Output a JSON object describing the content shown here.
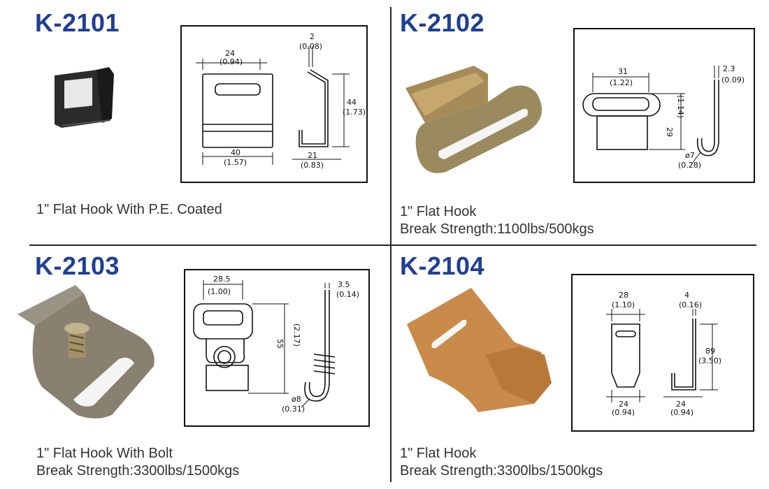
{
  "products": [
    {
      "code": "K-2101",
      "desc_line1": "1\" Flat Hook With P.E. Coated",
      "desc_line2": "",
      "dims": {
        "front_top_mm": "24",
        "front_top_in": "(0.94)",
        "front_bottom_mm": "40",
        "front_bottom_in": "(1.57)",
        "side_thick_mm": "2",
        "side_thick_in": "(0.08)",
        "side_height_mm": "44",
        "side_height_in": "(1.73)",
        "side_depth_mm": "21",
        "side_depth_in": "(0.83)"
      }
    },
    {
      "code": "K-2102",
      "desc_line1": "1\" Flat Hook",
      "desc_line2": "Break Strength:1100lbs/500kgs",
      "dims": {
        "front_top_mm": "31",
        "front_top_in": "(1.22)",
        "height_mm": "29",
        "height_in": "(1.14)",
        "side_thick_mm": "2.3",
        "side_thick_in": "(0.09)",
        "hook_dia_mm": "ø7",
        "hook_dia_in": "(0.28)"
      }
    },
    {
      "code": "K-2103",
      "desc_line1": "1\" Flat Hook With Bolt",
      "desc_line2": "Break Strength:3300lbs/1500kgs",
      "dims": {
        "front_top_mm": "28.5",
        "front_top_in": "(1.00)",
        "height_mm": "55",
        "height_in": "(2.17)",
        "side_thick_mm": "3.5",
        "side_thick_in": "(0.14)",
        "hook_dia_mm": "ø8",
        "hook_dia_in": "(0.31)"
      }
    },
    {
      "code": "K-2104",
      "desc_line1": "1\" Flat Hook",
      "desc_line2": "Break Strength:3300lbs/1500kgs",
      "dims": {
        "front_top_mm": "28",
        "front_top_in": "(1.10)",
        "front_bottom_mm": "24",
        "front_bottom_in": "(0.94)",
        "side_thick_mm": "4",
        "side_thick_in": "(0.16)",
        "side_height_mm": "89",
        "side_height_in": "(3.50)",
        "side_depth_mm": "24",
        "side_depth_in": "(0.94)"
      }
    }
  ],
  "colors": {
    "code_blue": "#1f3f93",
    "brass": "#b08a4a",
    "copper": "#c98a4a",
    "steel": "#8a8070",
    "black_coat": "#2b2b2b"
  }
}
